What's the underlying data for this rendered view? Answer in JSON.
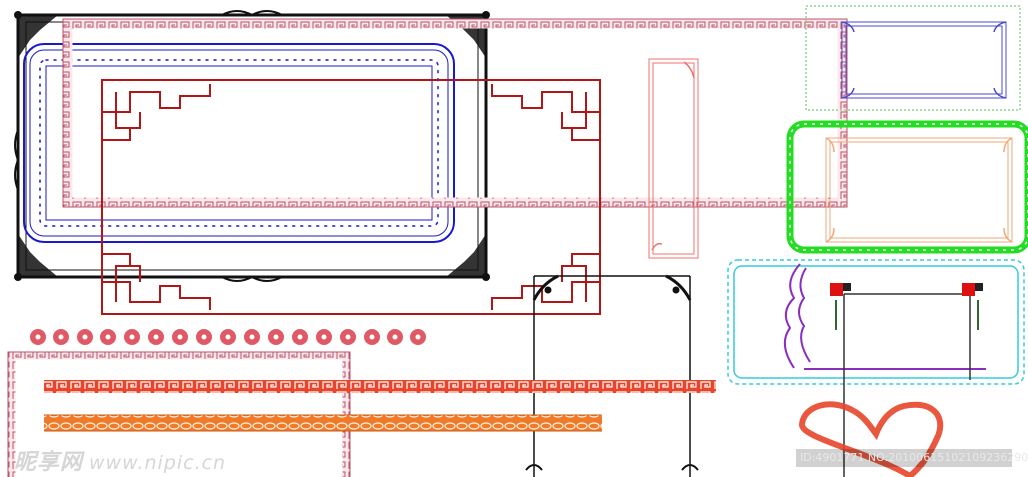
{
  "watermark": {
    "brand": "昵享网",
    "url": "www.nipic.cn",
    "id_text": "ID:4901771 NO:20100615102109236290"
  },
  "colors": {
    "black": "#111111",
    "blue": "#1a1acc",
    "dark_red": "#b01818",
    "pink_pattern": "#b8546a",
    "light_green": "#8fd68f",
    "bright_green": "#22dd22",
    "peach": "#f0a878",
    "cyan": "#33ccdd",
    "purple": "#8a2ec2",
    "red": "#e8452a",
    "orange": "#f07a2a",
    "salmon": "#f07070",
    "dark_green": "#336633"
  },
  "icons": [
    "flower-rosette-icon",
    "corner-flourish-icon",
    "heart-frame-icon"
  ]
}
